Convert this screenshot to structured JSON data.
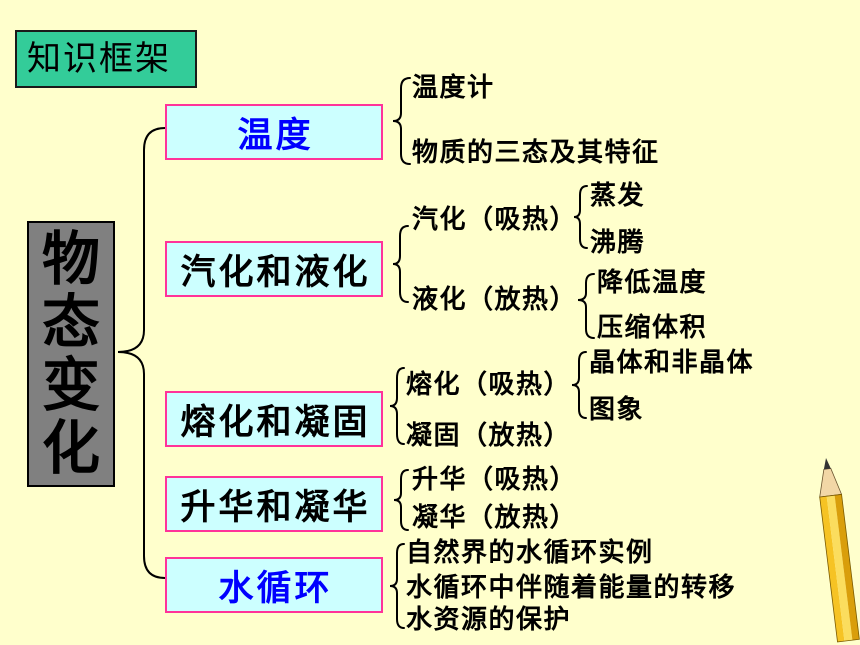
{
  "colors": {
    "background": "#FFFFCC",
    "title_box_fill": "#33CC99",
    "root_box_fill": "#808080",
    "topic_box_border": "#FF3399",
    "topic_box_fill": "#CCFFFF",
    "text": "#000000",
    "brace_stroke": "#000000"
  },
  "title_tag": "知识框架",
  "root_topic": "物态变化",
  "topics": [
    {
      "label": "温度",
      "text_color": "#0000FF",
      "items": [
        {
          "label": "温度计"
        },
        {
          "label": "物质的三态及其特征"
        }
      ]
    },
    {
      "label": "汽化和液化",
      "text_color": "#000000",
      "items": [
        {
          "label": "汽化（吸热）",
          "sub": [
            "蒸发",
            "沸腾"
          ]
        },
        {
          "label": "液化（放热）",
          "sub": [
            "降低温度",
            "压缩体积"
          ]
        }
      ]
    },
    {
      "label": "熔化和凝固",
      "text_color": "#000000",
      "items": [
        {
          "label": "熔化（吸热）",
          "sub": [
            "晶体和非晶体",
            "图象"
          ]
        },
        {
          "label": "凝固（放热）"
        }
      ]
    },
    {
      "label": "升华和凝华",
      "text_color": "#000000",
      "items": [
        {
          "label": "升华（吸热）"
        },
        {
          "label": "凝华（放热）"
        }
      ]
    },
    {
      "label": "水循环",
      "text_color": "#0000FF",
      "items": [
        {
          "label": "自然界的水循环实例"
        },
        {
          "label": "水循环中伴随着能量的转移"
        },
        {
          "label": "水资源的保护"
        }
      ]
    }
  ],
  "decoration": {
    "icon": "pencil-icon"
  }
}
